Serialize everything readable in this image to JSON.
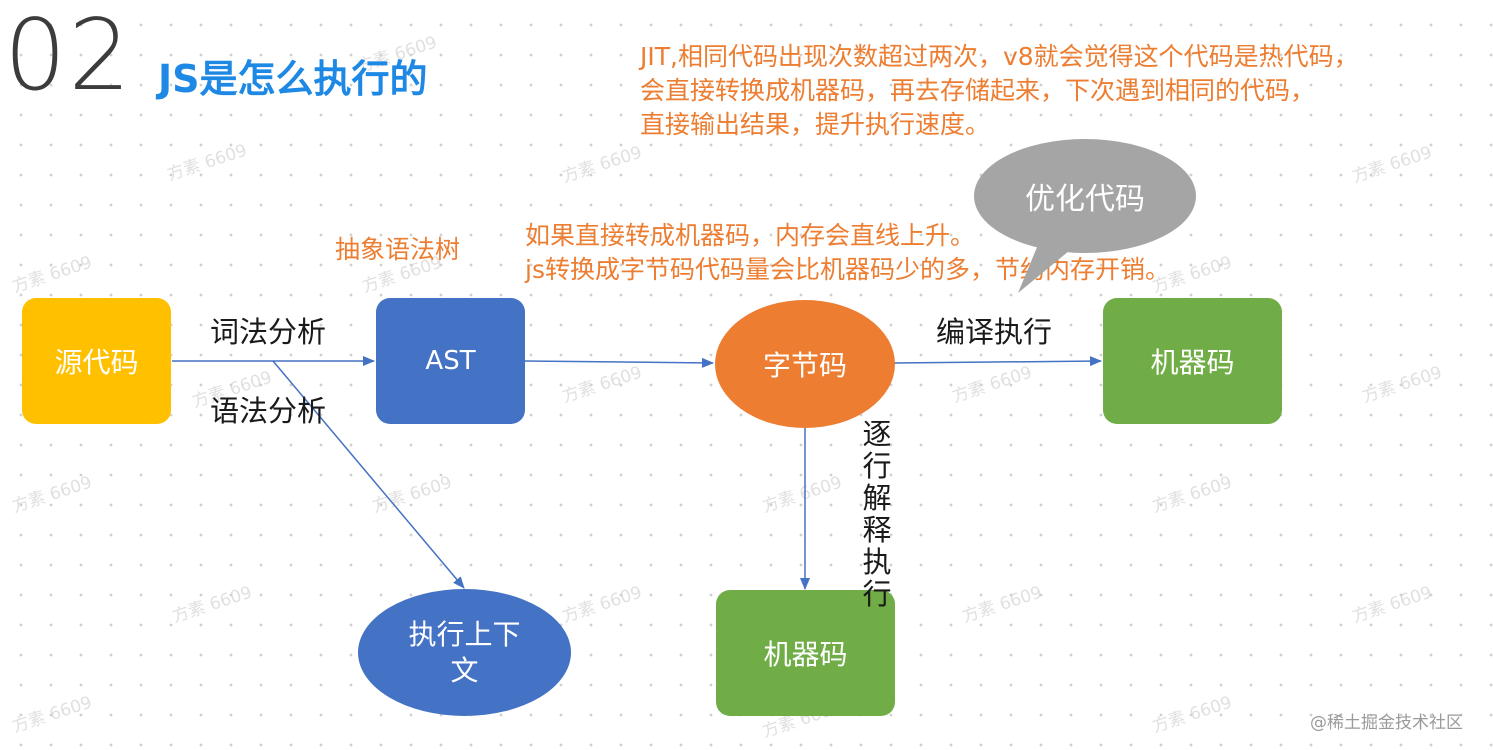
{
  "header": {
    "number": "02",
    "title": "JS是怎么执行的"
  },
  "notes": {
    "jit": [
      "JIT,相同代码出现次数超过两次，v8就会觉得这个代码是热代码，",
      "会直接转换成机器码，再去存储起来，下次遇到相同的代码，",
      "直接输出结果，提升执行速度。"
    ],
    "memory": [
      "如果直接转成机器码，内存会直线上升。",
      "js转换成字节码代码量会比机器码少的多，节约内存开销。"
    ],
    "ast_caption": "抽象语法树"
  },
  "nodes": {
    "source": "源代码",
    "ast": "AST",
    "bytecode": "字节码",
    "machine_top": "机器码",
    "machine_bottom": "机器码",
    "exec_context": "执行上下文",
    "optimize": "优化代码"
  },
  "edge_labels": {
    "lexical": "词法分析",
    "syntax": "语法分析",
    "compile": "编译执行",
    "interpret": "逐行解释执行"
  },
  "watermark": "方素 6609",
  "credit": "@稀土掘金技术社区",
  "colors": {
    "title": "#1e88e5",
    "note": "#ed7d31",
    "source": "#ffc000",
    "ast": "#4472c4",
    "bytecode": "#ed7d31",
    "machine": "#70ad47",
    "exec_context": "#4472c4",
    "optimize": "#a5a5a5",
    "arrow": "#4472c4"
  }
}
